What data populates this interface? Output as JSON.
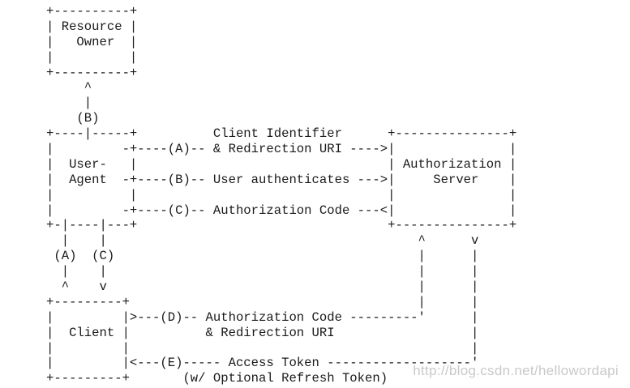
{
  "diagram": {
    "lines": [
      "+----------+",
      "| Resource |",
      "|   Owner  |",
      "|          |",
      "+----------+",
      "     ^",
      "     |",
      "    (B)",
      "+----|-----+          Client Identifier      +---------------+",
      "|         -+----(A)-- & Redirection URI ---->|               |",
      "|  User-   |                                 | Authorization |",
      "|  Agent  -+----(B)-- User authenticates --->|     Server    |",
      "|          |                                 |               |",
      "|         -+----(C)-- Authorization Code ---<|               |",
      "+-|----|---+                                 +---------------+",
      "  |    |                                         ^      v",
      " (A)  (C)                                        |      |",
      "  |    |                                         |      |",
      "  ^    v                                         |      |",
      "+---------+                                      |      |",
      "|         |>---(D)-- Authorization Code ---------'      |",
      "|  Client |          & Redirection URI                  |",
      "|         |                                             |",
      "|         |<---(E)----- Access Token -------------------'",
      "+---------+       (w/ Optional Refresh Token)"
    ]
  },
  "watermark": "http://blog.csdn.net/hellowordapi"
}
